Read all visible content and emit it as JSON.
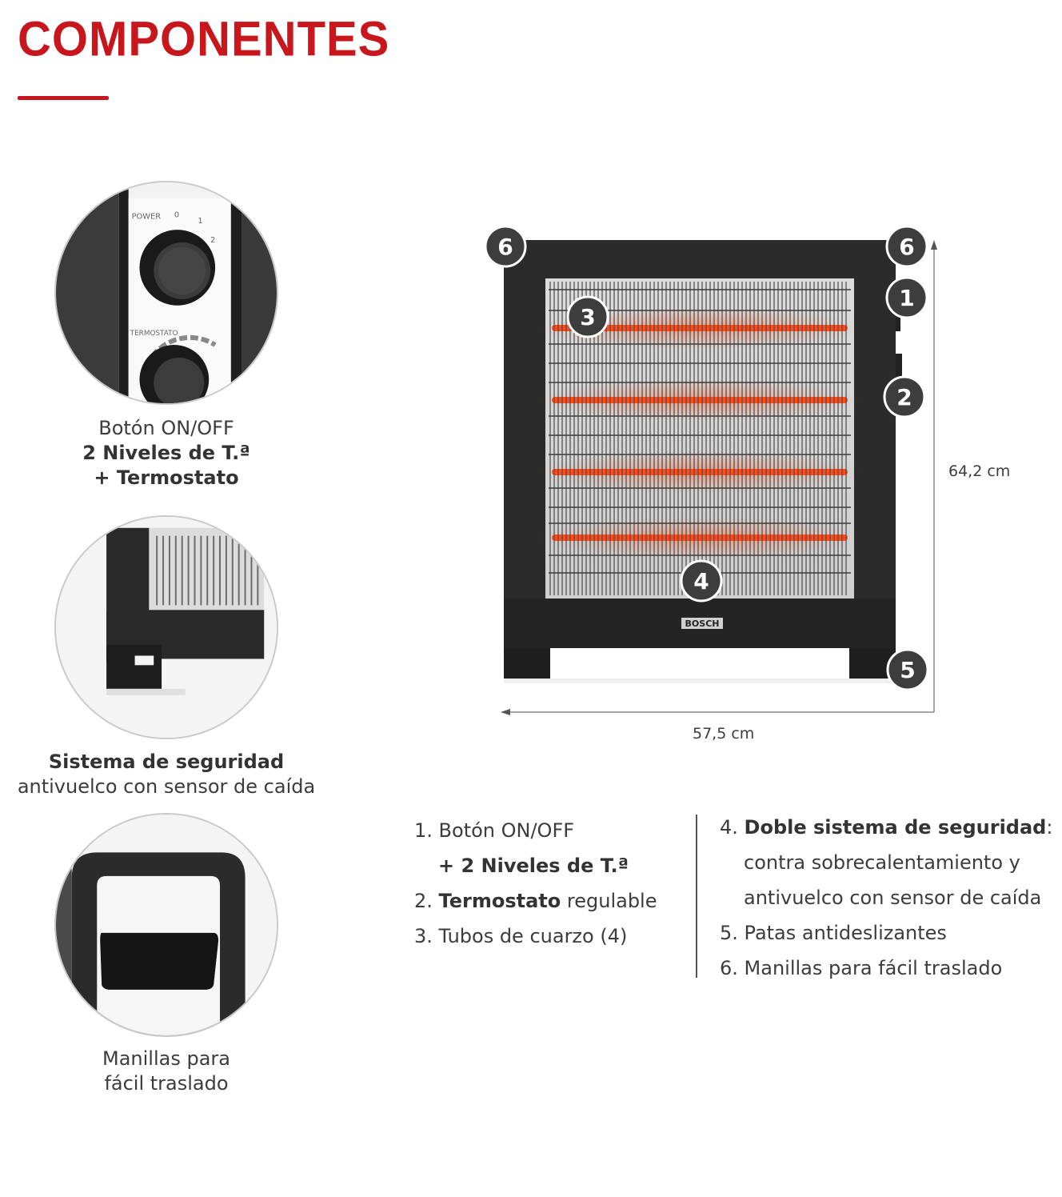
{
  "header": {
    "title": "COMPONENTES"
  },
  "details": [
    {
      "line1": "Botón ON/OFF",
      "line2": "2 Niveles de T.ª",
      "line3": "+ Termostato"
    },
    {
      "line1": "Sistema de seguridad",
      "line2": "antivuelco con sensor de caída"
    },
    {
      "line1": "Manillas para",
      "line2": "fácil traslado"
    }
  ],
  "knob_labels": {
    "power": "POWER",
    "thermo": "TERMOSTATO",
    "zero": "0",
    "one": "1",
    "two": "2"
  },
  "markers": [
    "1",
    "2",
    "3",
    "4",
    "5",
    "6"
  ],
  "brand": "BOSCH",
  "dimensions": {
    "height": "64,2 cm",
    "width": "57,5 cm"
  },
  "features_left": [
    {
      "num": "1.",
      "text": "Botón ON/OFF",
      "cont_bold": "+ 2 Niveles de T.ª"
    },
    {
      "num": "2.",
      "bold": "Termostato",
      "text": " regulable"
    },
    {
      "num": "3.",
      "text": "Tubos de cuarzo (4)"
    }
  ],
  "features_right": [
    {
      "num": "4.",
      "bold": "Doble sistema de seguridad",
      "text": ":",
      "cont1": "contra sobrecalentamiento y",
      "cont2": "antivuelco con sensor de caída"
    },
    {
      "num": "5.",
      "text": "Patas antideslizantes"
    },
    {
      "num": "6.",
      "text": "Manillas para fácil traslado"
    }
  ],
  "colors": {
    "brand_red": "#c8161d",
    "heater_body": "#2b2b2b",
    "glow": "#ff5a2a",
    "marker_bg": "#3d3d3d"
  }
}
